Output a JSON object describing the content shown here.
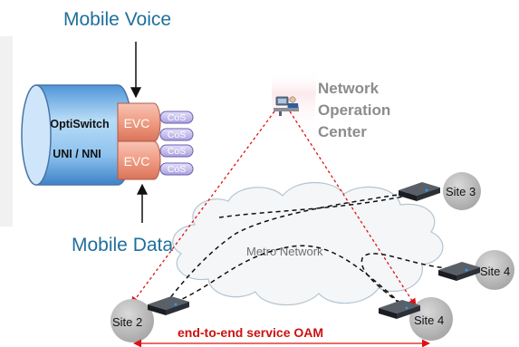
{
  "labels": {
    "mobile_voice": "Mobile Voice",
    "mobile_data": "Mobile Data",
    "device_name": "OptiSwitch",
    "device_interface": "UNI / NNI",
    "evc_top": "EVC",
    "evc_bottom": "EVC",
    "cos": [
      "CoS",
      "CoS",
      "CoS",
      "CoS"
    ],
    "noc_line1": "Network",
    "noc_line2": "Operation",
    "noc_line3": "Center",
    "metro_network": "Metro Network",
    "sites": [
      "Site 3",
      "Site 4",
      "Site 2",
      "Site 4"
    ],
    "oam_caption": "end-to-end service OAM"
  },
  "colors": {
    "label_blue": "#1f6f9c",
    "cylinder_blue": "#8fc3ee",
    "evc_salmon": "#f2a08a",
    "cos_lavender": "#c9c3ee",
    "site_gray": "#b8b8b8",
    "oam_red": "#cc1111"
  }
}
